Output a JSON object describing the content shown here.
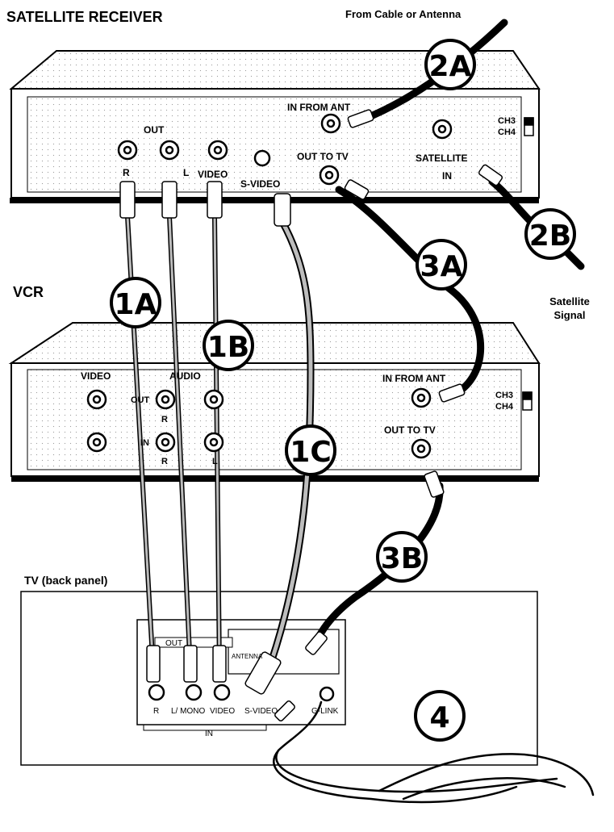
{
  "labels": {
    "receiver_title": "SATELLITE RECEIVER",
    "cable_note": "From Cable or Antenna",
    "vcr_title": "VCR",
    "satellite_signal_1": "Satellite",
    "satellite_signal_2": "Signal",
    "tv_title": "TV (back panel)"
  },
  "receiver": {
    "out": "OUT",
    "r": "R",
    "l": "L",
    "video": "VIDEO",
    "svideo": "S-VIDEO",
    "in_from_ant": "IN FROM ANT",
    "out_to_tv": "OUT TO TV",
    "satellite_1": "SATELLITE",
    "satellite_2": "IN",
    "ch3": "CH3",
    "ch4": "CH4"
  },
  "vcr": {
    "video": "VIDEO",
    "audio": "AUDIO",
    "out": "OUT",
    "in": "IN",
    "r1": "R",
    "r2": "R",
    "l": "L",
    "in_from_ant": "IN FROM ANT",
    "out_to_tv": "OUT TO TV",
    "ch3": "CH3",
    "ch4": "CH4"
  },
  "tv": {
    "out": "OUT",
    "antenna": "ANTENNA",
    "r": "R",
    "lmono": "L/ MONO",
    "video": "VIDEO",
    "svideo": "S-VIDEO",
    "glink": "G-LINK",
    "in": "IN"
  },
  "steps": {
    "s1a": "1A",
    "s1b": "1B",
    "s1c": "1C",
    "s2a": "2A",
    "s2b": "2B",
    "s3a": "3A",
    "s3b": "3B",
    "s4": "4"
  },
  "colors": {
    "ink": "#000000",
    "paper": "#ffffff",
    "cable_gray": "#bdbdbd"
  }
}
